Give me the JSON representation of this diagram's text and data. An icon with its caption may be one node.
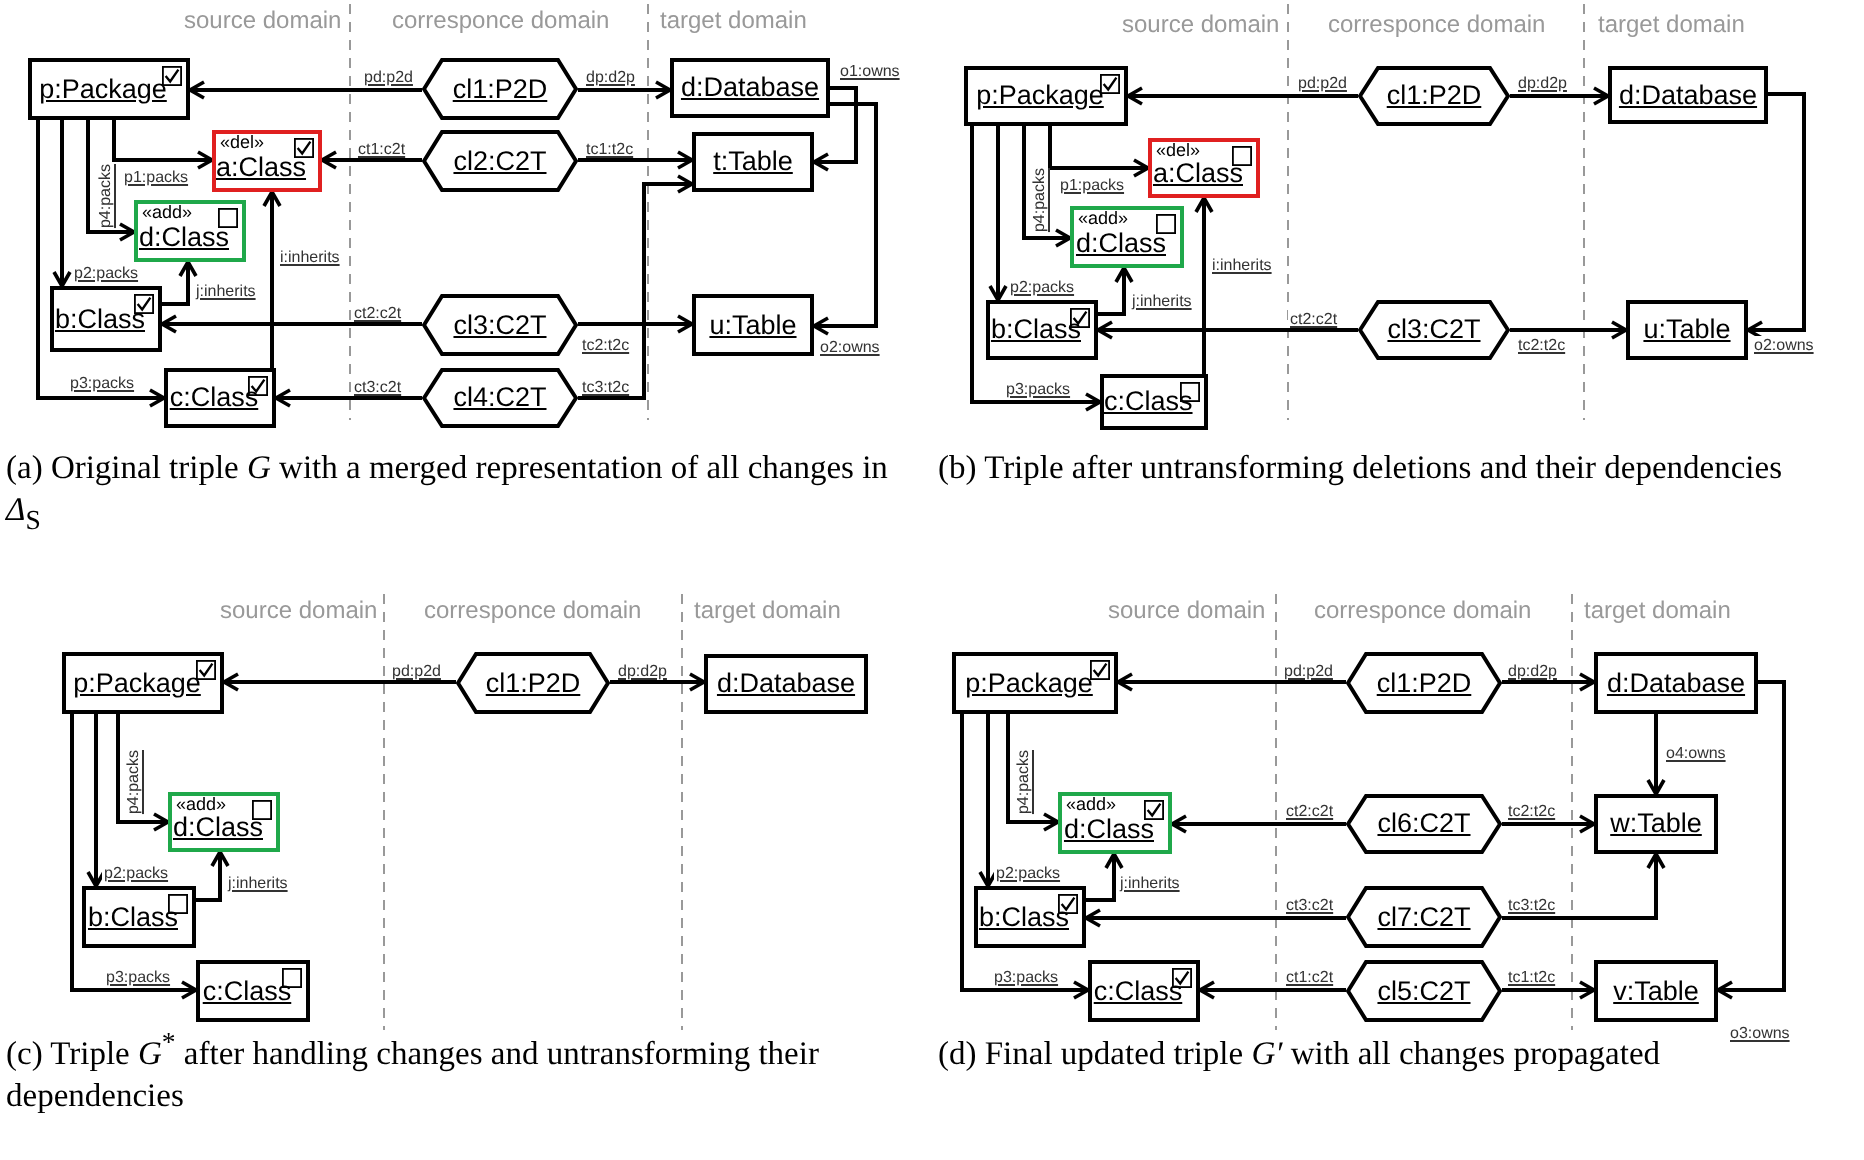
{
  "diagram": {
    "nodes": [
      {
        "text": [
          "p:Package"
        ]
      },
      {
        "text": [
          "cl1:P2D"
        ]
      },
      {
        "text": [
          "d:Database"
        ]
      },
      {
        "text": [
          "«del»",
          "a:Class"
        ]
      },
      {
        "text": [
          "cl2:C2T"
        ]
      },
      {
        "text": [
          "t:Table"
        ]
      },
      {
        "text": [
          "«add»",
          "d:Class"
        ]
      },
      {
        "text": [
          "b:Class"
        ]
      },
      {
        "text": [
          "cl3:C2T"
        ]
      },
      {
        "text": [
          "u:Table"
        ]
      },
      {
        "text": [
          "c:Class"
        ]
      },
      {
        "text": [
          "cl4:C2T"
        ]
      },
      {
        "text": [
          "p:Package"
        ]
      },
      {
        "text": [
          "cl1:P2D"
        ]
      },
      {
        "text": [
          "d:Database"
        ]
      },
      {
        "text": [
          "«del»",
          "a:Class"
        ]
      },
      {
        "text": [
          "«add»",
          "d:Class"
        ]
      },
      {
        "text": [
          "b:Class"
        ]
      },
      {
        "text": [
          "cl3:C2T"
        ]
      },
      {
        "text": [
          "u:Table"
        ]
      },
      {
        "text": [
          "c:Class"
        ]
      },
      {
        "text": [
          "p:Package"
        ]
      },
      {
        "text": [
          "cl1:P2D"
        ]
      },
      {
        "text": [
          "d:Database"
        ]
      },
      {
        "text": [
          "«add»",
          "d:Class"
        ]
      },
      {
        "text": [
          "b:Class"
        ]
      },
      {
        "text": [
          "c:Class"
        ]
      },
      {
        "text": [
          "p:Package"
        ]
      },
      {
        "text": [
          "cl1:P2D"
        ]
      },
      {
        "text": [
          "d:Database"
        ]
      },
      {
        "text": [
          "«add»",
          "d:Class"
        ]
      },
      {
        "text": [
          "cl6:C2T"
        ]
      },
      {
        "text": [
          "w:Table"
        ]
      },
      {
        "text": [
          "b:Class"
        ]
      },
      {
        "text": [
          "cl7:C2T"
        ]
      },
      {
        "text": [
          "c:Class"
        ]
      },
      {
        "text": [
          "cl5:C2T"
        ]
      },
      {
        "text": [
          "v:Table"
        ]
      }
    ],
    "edges": [
      {
        "from": 1,
        "to": 0,
        "arrow": "to",
        "label": "pd:p2d"
      },
      {
        "from": 1,
        "to": 2,
        "arrow": "to",
        "label": "dp:d2p"
      },
      {
        "from": 2,
        "to": 5,
        "arrow": "to",
        "label": "o1:owns"
      },
      {
        "from": 2,
        "to": 9,
        "arrow": "to",
        "label": "o2:owns"
      },
      {
        "from": 0,
        "to": 3,
        "arrow": "to",
        "label": "p1:packs"
      },
      {
        "from": 0,
        "to": 6,
        "arrow": "to",
        "label": "p4:packs"
      },
      {
        "from": 0,
        "to": 7,
        "arrow": "to",
        "label": "p2:packs"
      },
      {
        "from": 0,
        "to": 10,
        "arrow": "to",
        "label": "p3:packs"
      },
      {
        "from": 4,
        "to": 3,
        "arrow": "to",
        "label": "ct1:c2t"
      },
      {
        "from": 4,
        "to": 5,
        "arrow": "to",
        "label": "tc1:t2c"
      },
      {
        "from": 7,
        "to": 6,
        "arrow": "to",
        "label": "j:inherits"
      },
      {
        "from": 10,
        "to": 3,
        "arrow": "to",
        "label": "i:inherits"
      },
      {
        "from": 8,
        "to": 7,
        "arrow": "to",
        "label": "ct2:c2t"
      },
      {
        "from": 8,
        "to": 9,
        "arrow": "to",
        "label": "tc2:t2c"
      },
      {
        "from": 11,
        "to": 10,
        "arrow": "to",
        "label": "ct3:c2t"
      },
      {
        "from": 11,
        "to": 5,
        "arrow": "to",
        "label": "tc3:t2c"
      },
      {
        "from": 13,
        "to": 12,
        "arrow": "to",
        "label": "pd:p2d"
      },
      {
        "from": 13,
        "to": 14,
        "arrow": "to",
        "label": "dp:d2p"
      },
      {
        "from": 12,
        "to": 15,
        "arrow": "to",
        "label": "p1:packs"
      },
      {
        "from": 12,
        "to": 16,
        "arrow": "to",
        "label": "p4:packs"
      },
      {
        "from": 12,
        "to": 17,
        "arrow": "to",
        "label": "p2:packs"
      },
      {
        "from": 12,
        "to": 20,
        "arrow": "to",
        "label": "p3:packs"
      },
      {
        "from": 17,
        "to": 16,
        "arrow": "to",
        "label": "j:inherits"
      },
      {
        "from": 20,
        "to": 15,
        "arrow": "to",
        "label": "i:inherits"
      },
      {
        "from": 18,
        "to": 17,
        "arrow": "to",
        "label": "ct2:c2t"
      },
      {
        "from": 18,
        "to": 19,
        "arrow": "to",
        "label": "tc2:t2c"
      },
      {
        "from": 14,
        "to": 19,
        "arrow": "to",
        "label": "o2:owns"
      },
      {
        "from": 22,
        "to": 21,
        "arrow": "to",
        "label": "pd:p2d"
      },
      {
        "from": 22,
        "to": 23,
        "arrow": "to",
        "label": "dp:d2p"
      },
      {
        "from": 21,
        "to": 24,
        "arrow": "to",
        "label": "p4:packs"
      },
      {
        "from": 21,
        "to": 25,
        "arrow": "to",
        "label": "p2:packs"
      },
      {
        "from": 21,
        "to": 26,
        "arrow": "to",
        "label": "p3:packs"
      },
      {
        "from": 25,
        "to": 24,
        "arrow": "to",
        "label": "j:inherits"
      },
      {
        "from": 28,
        "to": 27,
        "arrow": "to",
        "label": "pd:p2d"
      },
      {
        "from": 28,
        "to": 29,
        "arrow": "to",
        "label": "dp:d2p"
      },
      {
        "from": 29,
        "to": 32,
        "arrow": "to",
        "label": "o4:owns"
      },
      {
        "from": 29,
        "to": 37,
        "arrow": "to",
        "label": "o3:owns"
      },
      {
        "from": 27,
        "to": 30,
        "arrow": "to",
        "label": "p4:packs"
      },
      {
        "from": 27,
        "to": 33,
        "arrow": "to",
        "label": "p2:packs"
      },
      {
        "from": 27,
        "to": 35,
        "arrow": "to",
        "label": "p3:packs"
      },
      {
        "from": 33,
        "to": 30,
        "arrow": "to",
        "label": "j:inherits"
      },
      {
        "from": 31,
        "to": 30,
        "arrow": "to",
        "label": "ct2:c2t"
      },
      {
        "from": 31,
        "to": 32,
        "arrow": "to",
        "label": "tc2:t2c"
      },
      {
        "from": 34,
        "to": 33,
        "arrow": "to",
        "label": "ct3:c2t"
      },
      {
        "from": 34,
        "to": 32,
        "arrow": "to",
        "label": "tc3:t2c"
      },
      {
        "from": 36,
        "to": 35,
        "arrow": "to",
        "label": "ct1:c2t"
      },
      {
        "from": 36,
        "to": 37,
        "arrow": "to",
        "label": "tc1:t2c"
      }
    ],
    "labels": [
      "source domain",
      "corresponce  domain",
      "target domain",
      "source domain",
      "corresponce  domain",
      "target domain",
      "(a) Original triple *G* with a merged representation of all changes in *Δ*$_{S}$",
      "(b) Triple after untransforming deletions and their dependencies",
      "source domain",
      "corresponce  domain",
      "target domain",
      "source domain",
      "corresponce  domain",
      "target domain",
      "(c) Triple *G*$^{*}$ after handling changes and untransforming their dependencies",
      "(d) Final updated triple *G′* with all changes propagated"
    ]
  }
}
